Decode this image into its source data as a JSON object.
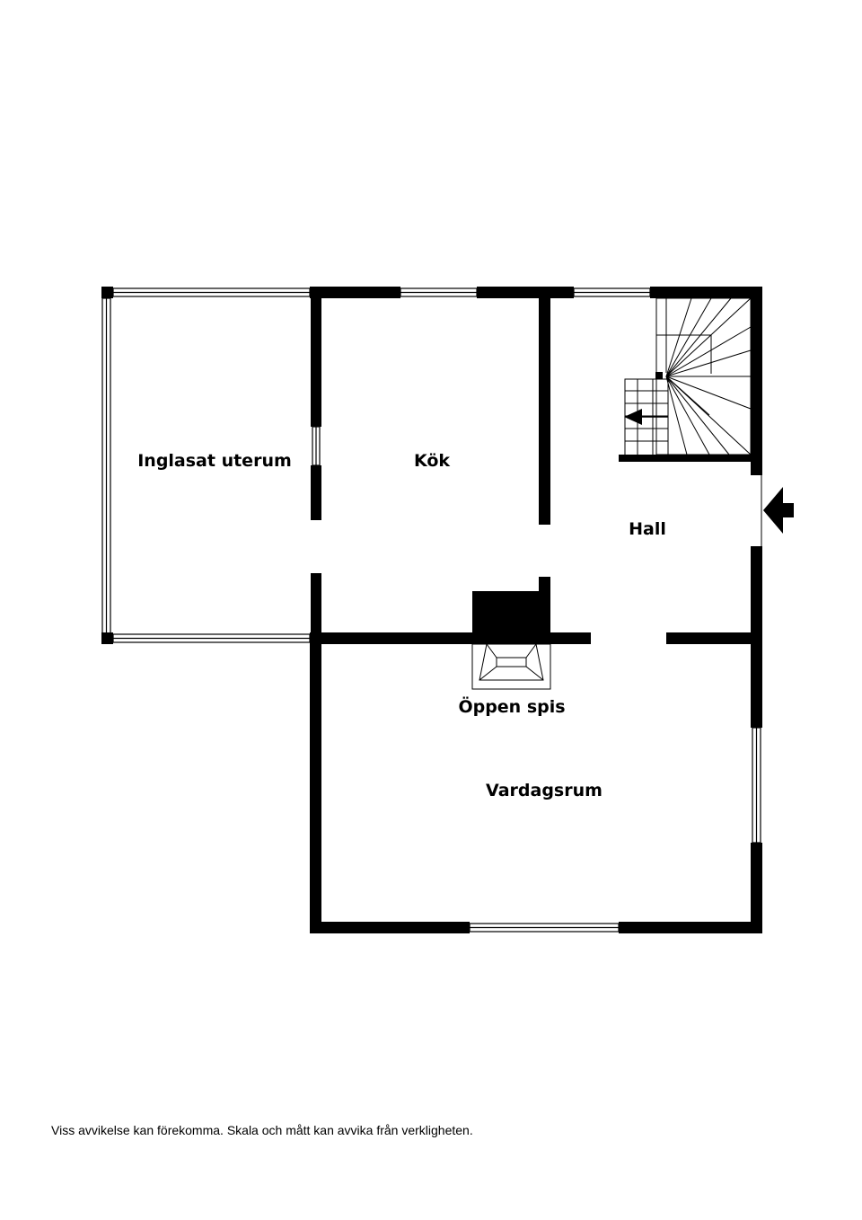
{
  "floorplan": {
    "rooms": {
      "uterum": "Inglasat uterum",
      "kok": "Kök",
      "hall": "Hall",
      "spis": "Öppen spis",
      "vardagsrum": "Vardagsrum"
    },
    "entrance_icon": "arrow-left-icon",
    "stair_direction_icon": "arrow-left-icon"
  },
  "disclaimer": "Viss avvikelse kan förekomma. Skala och mått kan avvika från verkligheten.",
  "colors": {
    "wall": "#000000",
    "background": "#ffffff"
  }
}
